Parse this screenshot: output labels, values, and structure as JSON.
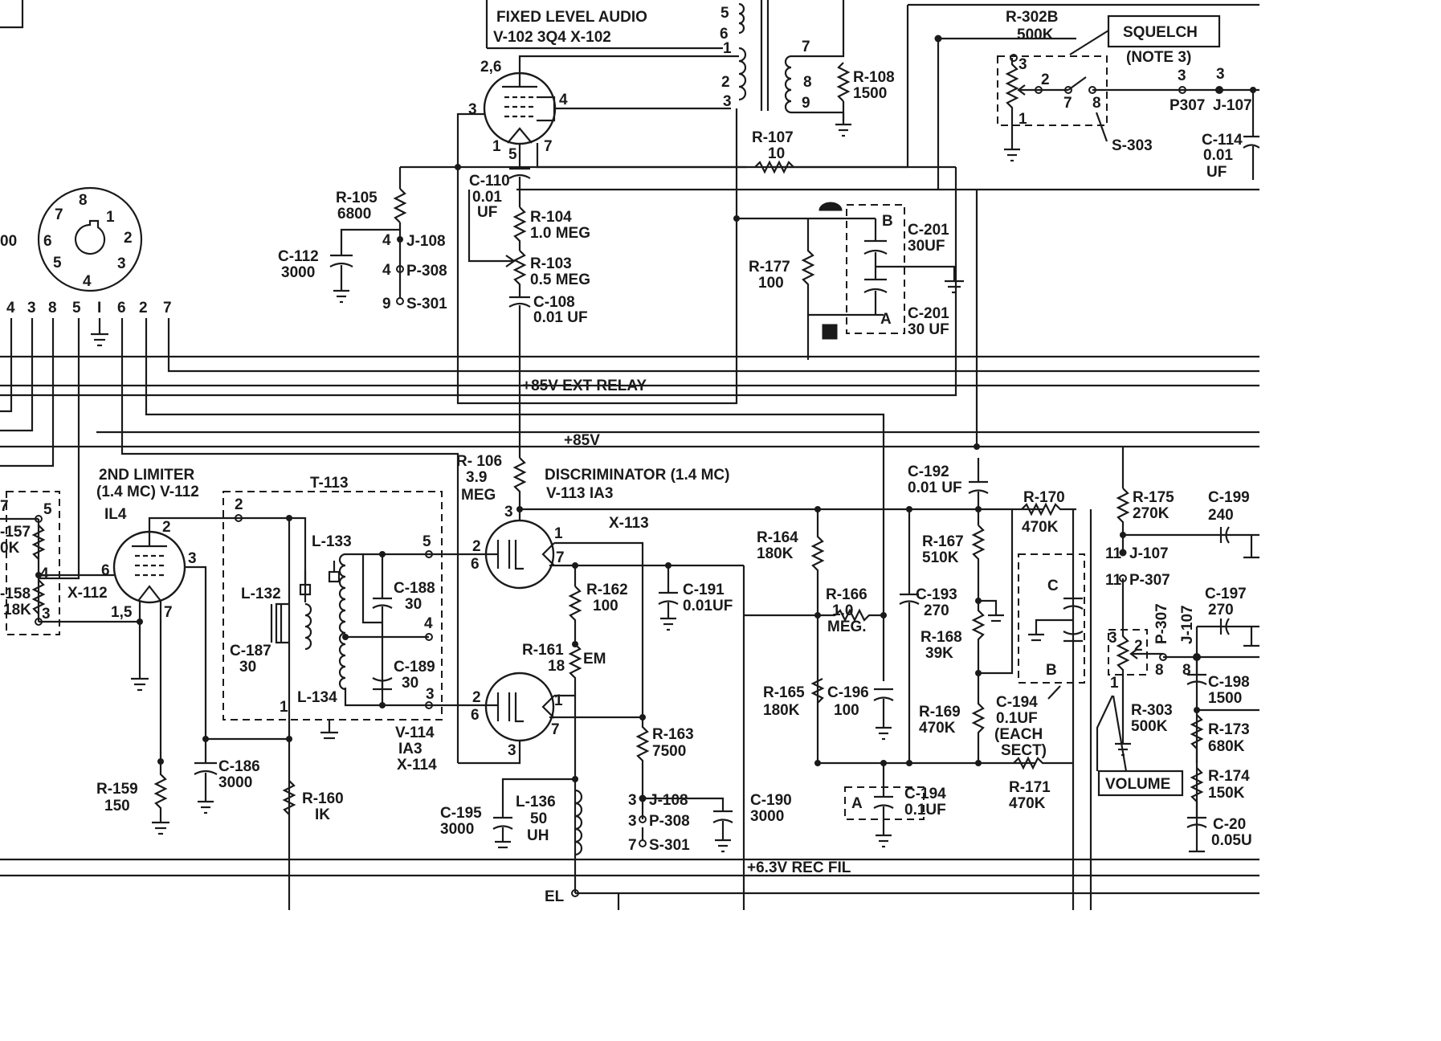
{
  "titles": {
    "fixed_audio_1": "FIXED LEVEL AUDIO",
    "fixed_audio_2": "V-102   3Q4   X-102",
    "discriminator_1": "DISCRIMINATOR (1.4 MC)",
    "discriminator_2": "V-113   IA3",
    "x113": "X-113",
    "limiter_1": "2ND LIMITER",
    "limiter_2": "(1.4 MC)  V-112",
    "limiter_tube": "IL4",
    "x112": "X-112",
    "t113": "T-113",
    "v114": "V-114",
    "v114_tube": "IA3",
    "x114": "X-114",
    "squelch": "SQUELCH",
    "note3": "(NOTE 3)",
    "volume": "VOLUME",
    "s303": "S-303"
  },
  "rails": {
    "ext_relay": "+85V EXT RELAY",
    "plus85": "+85V",
    "rec_fil": "+6.3V REC FIL",
    "el": "EL",
    "em": "EM"
  },
  "socket": {
    "pins": [
      "8",
      "7",
      "1",
      "6",
      "2",
      "5",
      "3",
      "4"
    ],
    "left_value": "00",
    "row": [
      "4",
      "3",
      "8",
      "5",
      "I",
      "6",
      "2",
      "7"
    ]
  },
  "components": {
    "r105": [
      "R-105",
      "6800"
    ],
    "c112": [
      "C-112",
      "3000"
    ],
    "c110": [
      "C-110",
      "0.01",
      "UF"
    ],
    "r104": [
      "R-104",
      "1.0 MEG"
    ],
    "r103": [
      "R-103",
      "0.5 MEG"
    ],
    "c108": [
      "C-108",
      "0.01 UF"
    ],
    "r108": [
      "R-108",
      "1500"
    ],
    "r107": [
      "R-107",
      "10"
    ],
    "r177": [
      "R-177",
      "100"
    ],
    "c201b": [
      "C-201",
      "30UF"
    ],
    "c201a": [
      "C-201",
      "30 UF"
    ],
    "r302b": [
      "R-302B",
      "500K"
    ],
    "c114": [
      "C-114",
      "0.01",
      "UF"
    ],
    "r106": [
      "R- 106",
      "3.9",
      "MEG"
    ],
    "r157": [
      "-157",
      "0K"
    ],
    "r158": [
      "-158",
      "18K"
    ],
    "l132": "L-132",
    "c187": [
      "C-187",
      "30"
    ],
    "l133": "L-133",
    "l134": "L-134",
    "c188": [
      "C-188",
      "30"
    ],
    "c189": [
      "C-189",
      "30"
    ],
    "c186": [
      "C-186",
      "3000"
    ],
    "r159": [
      "R-159",
      "150"
    ],
    "r160": [
      "R-160",
      "IK"
    ],
    "r162": [
      "R-162",
      "100"
    ],
    "c191": [
      "C-191",
      "0.01UF"
    ],
    "r161": [
      "R-161",
      "18"
    ],
    "r163": [
      "R-163",
      "7500"
    ],
    "c195": [
      "C-195",
      "3000"
    ],
    "l136": [
      "L-136",
      "50",
      "UH"
    ],
    "c190": [
      "C-190",
      "3000"
    ],
    "r164": [
      "R-164",
      "180K"
    ],
    "r165": [
      "R-165",
      "180K"
    ],
    "r166": [
      "R-166",
      "1.0",
      "MEG."
    ],
    "c196": [
      "C-196",
      "100"
    ],
    "c192": [
      "C-192",
      "0.01 UF"
    ],
    "r170": [
      "R-170",
      "470K"
    ],
    "r167": [
      "R-167",
      "510K"
    ],
    "c193": [
      "C-193",
      "270"
    ],
    "r168": [
      "R-168",
      "39K"
    ],
    "r169": [
      "R-169",
      "470K"
    ],
    "c194": [
      "C-194",
      "0.1UF",
      "(EACH",
      "SECT)"
    ],
    "c194a": [
      "C-194",
      "0.1UF"
    ],
    "r171": [
      "R-171",
      "470K"
    ],
    "r175": [
      "R-175",
      "270K"
    ],
    "c199": [
      "C-199",
      "240"
    ],
    "c197": [
      "C-197",
      "270"
    ],
    "r303": [
      "R-303",
      "500K"
    ],
    "c198": [
      "C-198",
      "1500"
    ],
    "r173": [
      "R-173",
      "680K"
    ],
    "r174": [
      "R-174",
      "150K"
    ],
    "c20x": [
      "C-20",
      "0.05U"
    ]
  },
  "connectors": {
    "j108_top": "J-108",
    "p308_top": "P-308",
    "s301_top": "S-301",
    "j108_bot": "J-108",
    "p308_bot": "P-308",
    "s301_bot": "S-301",
    "p307": "P307",
    "j107": "J-107",
    "j107_11": "J-107",
    "p307_11": "P-307",
    "p307_v": "P-307",
    "j107_v": "J-107"
  }
}
